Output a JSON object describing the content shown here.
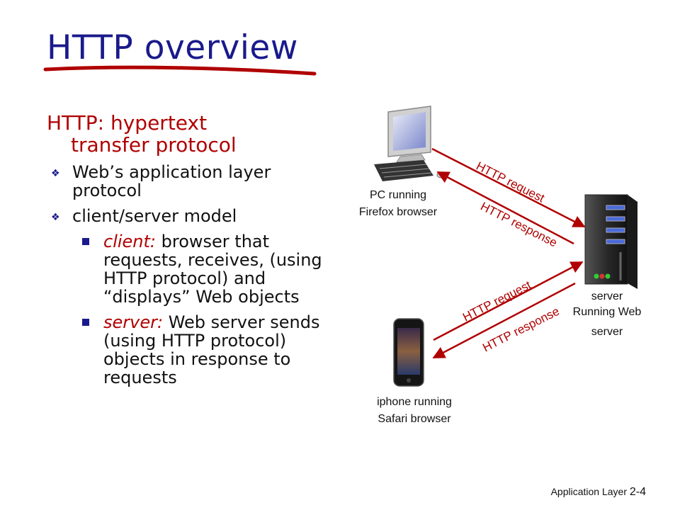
{
  "slide": {
    "title": "HTTP overview",
    "heading_line1": "HTTP: hypertext",
    "heading_line2": "transfer protocol",
    "bullets": [
      "Web’s application layer protocol",
      "client/server model"
    ],
    "sub_bullets": [
      {
        "term": "client:",
        "text": " browser that requests, receives, (using HTTP protocol) and “displays” Web objects"
      },
      {
        "term": "server:",
        "text": " Web server sends (using HTTP protocol) objects in response to requests"
      }
    ]
  },
  "diagram": {
    "pc_label_line1": "PC running",
    "pc_label_line2": "Firefox browser",
    "iphone_label_line1": "iphone running",
    "iphone_label_line2": "Safari browser",
    "server_label_line1": "server",
    "server_label_line2": "Running  Web",
    "server_label_line3": "server",
    "pc_request": "HTTP request",
    "pc_response": "HTTP response",
    "phone_request": "HTTP request",
    "phone_response": "HTTP response",
    "arrow_color": "#b00000"
  },
  "footer": {
    "section": "Application Layer",
    "page": "2-4"
  }
}
